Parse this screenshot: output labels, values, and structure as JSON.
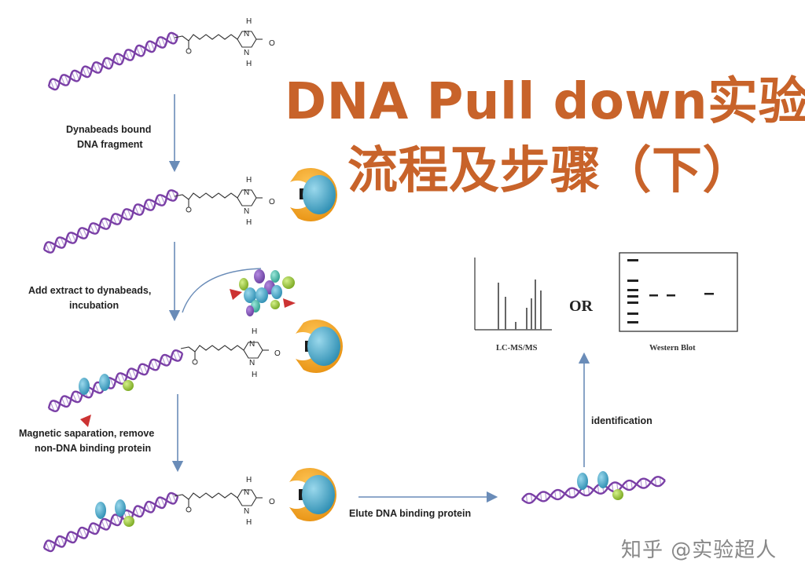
{
  "title": {
    "line1": "DNA Pull down实验",
    "line2": "流程及步骤（下）"
  },
  "steps": {
    "s1_line1": "Dynabeads bound",
    "s1_line2": "DNA fragment",
    "s2_line1": "Add extract to dynabeads,",
    "s2_line2": "incubation",
    "s3_line1": "Magnetic saparation, remove",
    "s3_line2": "non-DNA binding protein",
    "s4": "Elute DNA binding protein",
    "s5": "identification"
  },
  "chem_atoms": {
    "h": "H",
    "n": "N",
    "o": "O"
  },
  "results": {
    "ms_label": "LC-MS/MS",
    "or_label": "OR",
    "wb_label": "Western  Blot"
  },
  "watermark": "知乎 @实验超人",
  "colors": {
    "title": "#c8632a",
    "dna": "#7a3fa6",
    "bead_orange": "#f2a31b",
    "bead_blue": "#4fb0cf",
    "arrow": "#6a8cb8",
    "protein_green": "#9ccc3a",
    "protein_red": "#cc3333"
  }
}
